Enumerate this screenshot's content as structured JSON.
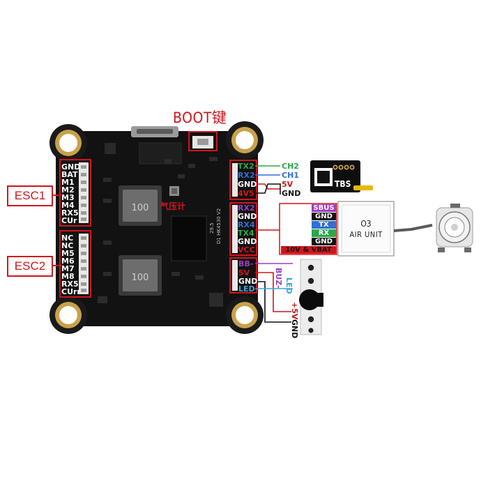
{
  "boot_label": "BOOT键",
  "baro_label": "气压计",
  "board": {
    "marking_main": "D1 HK4530 V2",
    "marking_small": "29.5",
    "inductor_top": "100",
    "inductor_bottom": "100"
  },
  "esc1": {
    "title": "ESC1",
    "pins": [
      "GND",
      "BAT",
      "M1",
      "M2",
      "M3",
      "M4",
      "RX5",
      "CUr"
    ]
  },
  "esc2": {
    "title": "ESC2",
    "pins": [
      "NC",
      "NC",
      "M5",
      "M6",
      "M7",
      "M8",
      "RX5",
      "CUrr"
    ]
  },
  "uart_top": {
    "pins": [
      "TX2",
      "RX2",
      "GND",
      "4V5"
    ],
    "wire_labels": [
      "CH2",
      "CH1",
      "5V",
      "GND"
    ],
    "device": "TBS"
  },
  "uart_mid": {
    "pins": [
      "RX2",
      "GND",
      "RX4",
      "TX4",
      "GND",
      "VCC"
    ],
    "wire_labels": [
      "SBUS",
      "GND",
      "TX",
      "RX",
      "GND",
      "10V & VBAT"
    ],
    "device_line1": "O3",
    "device_line2": "AIR UNIT"
  },
  "buz": {
    "pins": [
      "BB-",
      "5V",
      "GND",
      "LED"
    ],
    "wire_labels": [
      "BUZ-",
      "LED",
      "+5V",
      "GND"
    ]
  },
  "colors": {
    "pcb": "#121212",
    "accent_red": "#d0151b",
    "gold": "#c9a14a",
    "green": "#2aa84a",
    "blue": "#2f6fd6",
    "purple": "#9b3fc0",
    "cyan": "#3aa6d8"
  }
}
